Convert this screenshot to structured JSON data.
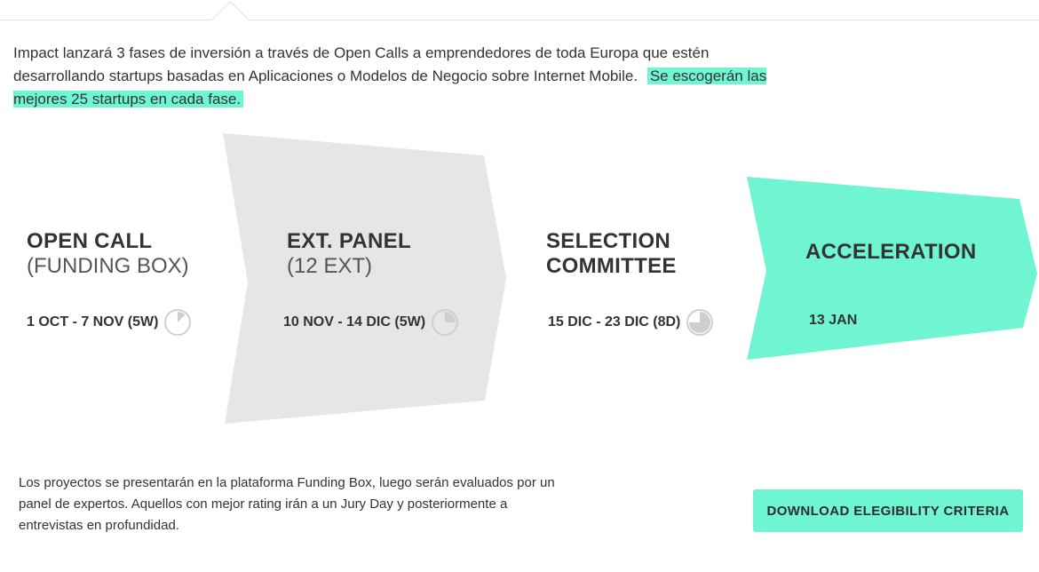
{
  "intro": {
    "text": "Impact lanzará 3 fases de inversión a través de Open Calls a emprendedores de toda Europa que estén desarrollando startups basadas en Aplicaciones o Modelos de Negocio sobre Internet Mobile.",
    "highlight": "Se escogerán las mejores 25 startups en cada fase."
  },
  "phases": [
    {
      "title": "OPEN CALL",
      "subtitle": "(FUNDING BOX)",
      "date": "1 OCT - 7 NOV (5W)",
      "icon": "clock-icon"
    },
    {
      "title": "EXT. PANEL",
      "subtitle": "(12 EXT)",
      "date": "10 NOV - 14 DIC (5W)",
      "icon": "clock-icon"
    },
    {
      "title_line1": "SELECTION",
      "title_line2": "COMMITTEE",
      "date": "15 DIC - 23 DIC (8D)",
      "icon": "clock-icon"
    },
    {
      "title": "ACCELERATION",
      "date": "13 JAN"
    }
  ],
  "footer": {
    "text": "Los proyectos se presentarán en la plataforma Funding Box, luego serán evaluados por un panel de expertos. Aquellos con mejor rating irán a un Jury Day y posteriormente a entrevistas en profundidad.",
    "button_label": "DOWNLOAD ELEGIBILITY CRITERIA"
  },
  "colors": {
    "accent": "#6ff5d2",
    "panel_gray": "#e6e6e6",
    "text": "#333333"
  }
}
